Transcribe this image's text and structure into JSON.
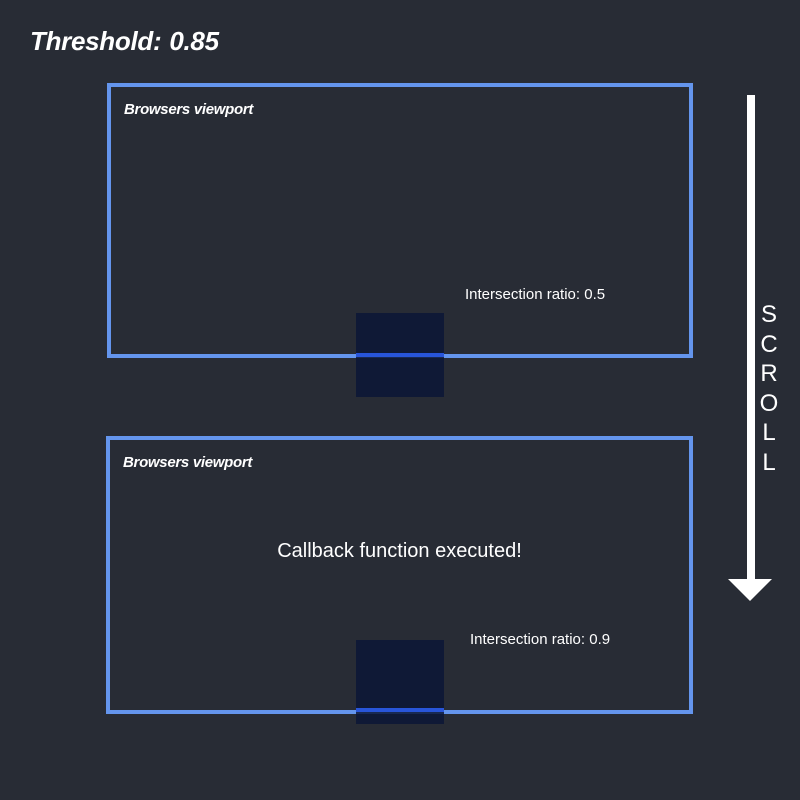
{
  "header": {
    "threshold_label": "Threshold:",
    "threshold_value": "0.85"
  },
  "panels": [
    {
      "title": "Browsers viewport",
      "ratio_label": "Intersection ratio: 0.5",
      "message": ""
    },
    {
      "title": "Browsers viewport",
      "ratio_label": "Intersection ratio: 0.9",
      "message": "Callback function executed!"
    }
  ],
  "scroll": {
    "letters": [
      "S",
      "C",
      "R",
      "O",
      "L",
      "L"
    ],
    "direction": "down"
  },
  "colors": {
    "background": "#282c35",
    "viewport_border": "#6495ed",
    "target_box": "#101a33",
    "overlap_edge": "#2855d9",
    "text": "#ffffff"
  }
}
